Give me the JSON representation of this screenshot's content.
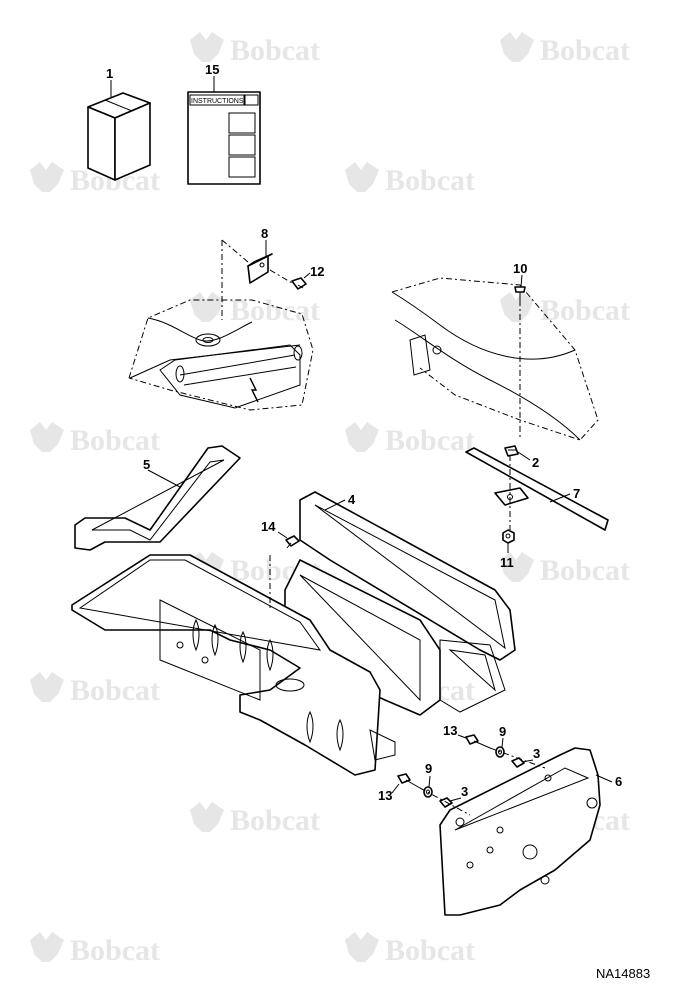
{
  "watermark": {
    "text": "Bobcat",
    "color": "#e6e6e6",
    "icon": "bobcat-logo-icon"
  },
  "callouts": {
    "c1": "1",
    "c15": "15",
    "c8": "8",
    "c12": "12",
    "c10": "10",
    "c2": "2",
    "c7": "7",
    "c11": "11",
    "c5": "5",
    "c4": "4",
    "c14": "14",
    "c6": "6",
    "c13a": "13",
    "c9a": "9",
    "c3a": "3",
    "c13b": "13",
    "c9b": "9",
    "c3b": "3"
  },
  "instructions_label": "INSTRUCTIONS",
  "reference_code": "NA14883"
}
